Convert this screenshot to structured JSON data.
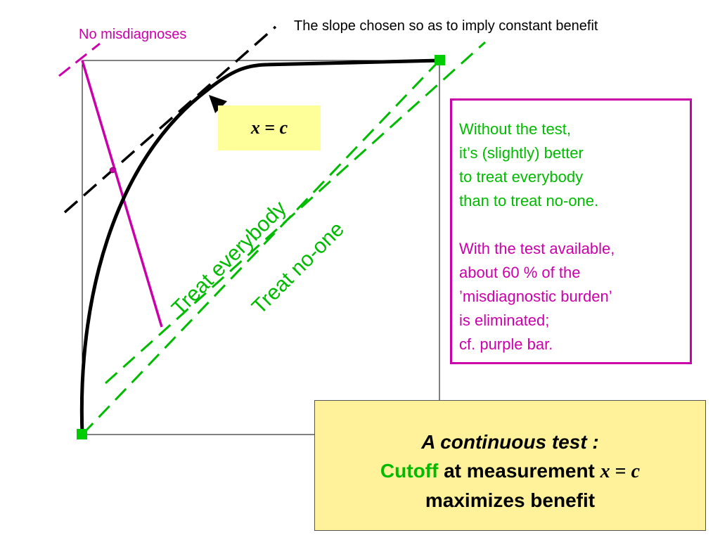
{
  "captions": {
    "slope_note": "The slope chosen so as to imply constant benefit",
    "no_misdiagnoses": "No misdiagnoses"
  },
  "cutoff_box": {
    "var": "x",
    "equals": " = ",
    "const": "c"
  },
  "lines": {
    "treat_everybody": "Treat everybody",
    "treat_noone": "Treat no-one"
  },
  "info_box": {
    "green_lines": [
      "Without the test,",
      "it’s (slightly) better",
      "to treat everybody",
      "than to treat no-one."
    ],
    "purple_lines": [
      "With the test available,",
      "about 60 % of the",
      "’misdiagnostic burden’",
      "is eliminated;",
      "cf. purple bar."
    ]
  },
  "summary_box": {
    "line1": "A continuous test :",
    "line2_green": "Cutoff",
    "line2_rest": " at measurement ",
    "line2_var": "x",
    "line2_eq": " = ",
    "line2_const": "c",
    "line3": "maximizes benefit"
  },
  "colors": {
    "curve": "#000000",
    "purple": "#cc00aa",
    "green": "#00bb00",
    "marker": "#00cc00",
    "highlight": "#ffff99"
  }
}
